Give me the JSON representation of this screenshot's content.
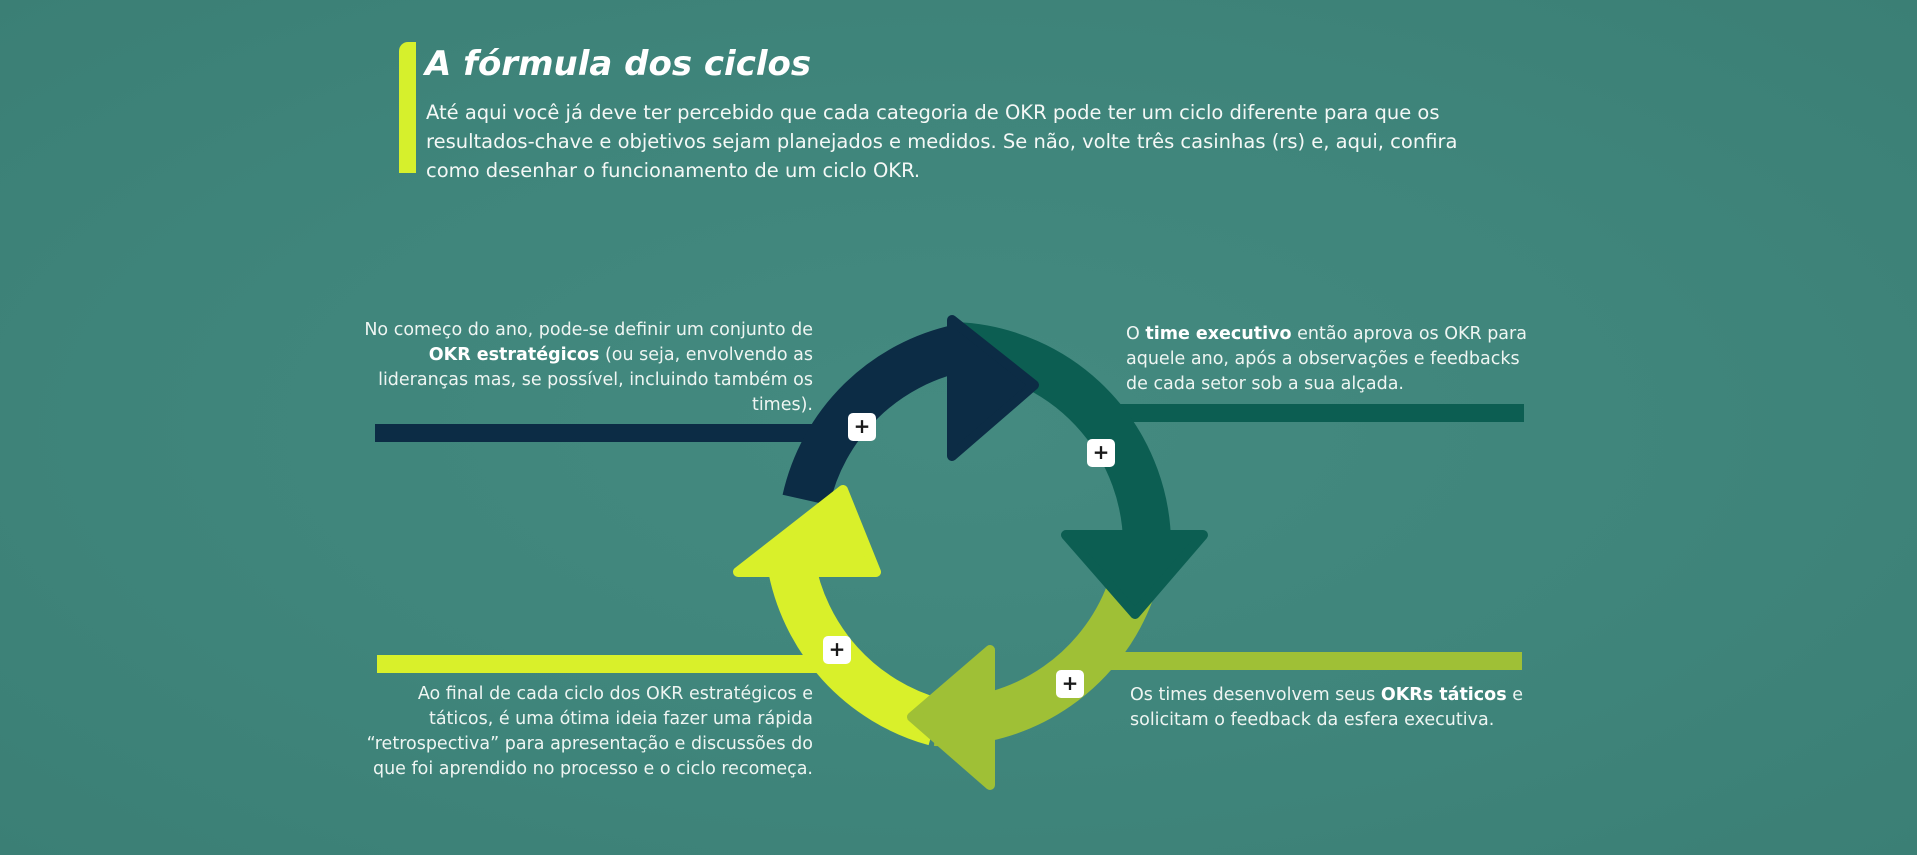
{
  "header": {
    "title": "A fórmula dos ciclos",
    "intro": "Até aqui você já deve ter percebido que cada categoria de OKR pode ter um ciclo diferente para que os resultados-chave e objetivos sejam planejados e medidos. Se não, volte três casinhas (rs) e, aqui, confira como desenhar o funcionamento de um ciclo OKR."
  },
  "steps": [
    {
      "id": "top-left",
      "color": "#0c2c45",
      "expand_label": "+",
      "parts": [
        {
          "t": "No começo do ano, pode-se definir um conjunto de "
        },
        {
          "t": "OKR estratégicos",
          "b": true
        },
        {
          "t": " (ou seja, envolvendo as lideranças mas, se possível, incluindo também os times)."
        }
      ]
    },
    {
      "id": "top-right",
      "color": "#0c5e52",
      "expand_label": "+",
      "parts": [
        {
          "t": "O "
        },
        {
          "t": "time executivo",
          "b": true
        },
        {
          "t": " então aprova os OKR para aquele ano, após a observações e feedbacks de cada setor sob a sua alçada."
        }
      ]
    },
    {
      "id": "bottom-right",
      "color": "#9fc036",
      "expand_label": "+",
      "parts": [
        {
          "t": "Os times desenvolvem seus "
        },
        {
          "t": "OKRs táticos",
          "b": true
        },
        {
          "t": " e solicitam o feedback da esfera executiva."
        }
      ]
    },
    {
      "id": "bottom-left",
      "color": "#d9f02a",
      "expand_label": "+",
      "parts": [
        {
          "t": "Ao final de cada ciclo dos OKR estratégicos e táticos, é uma ótima ideia fazer uma rápida “retrospectiva” para apresentação e discussões do que foi aprendido no processo e o ciclo recomeça."
        }
      ]
    }
  ]
}
